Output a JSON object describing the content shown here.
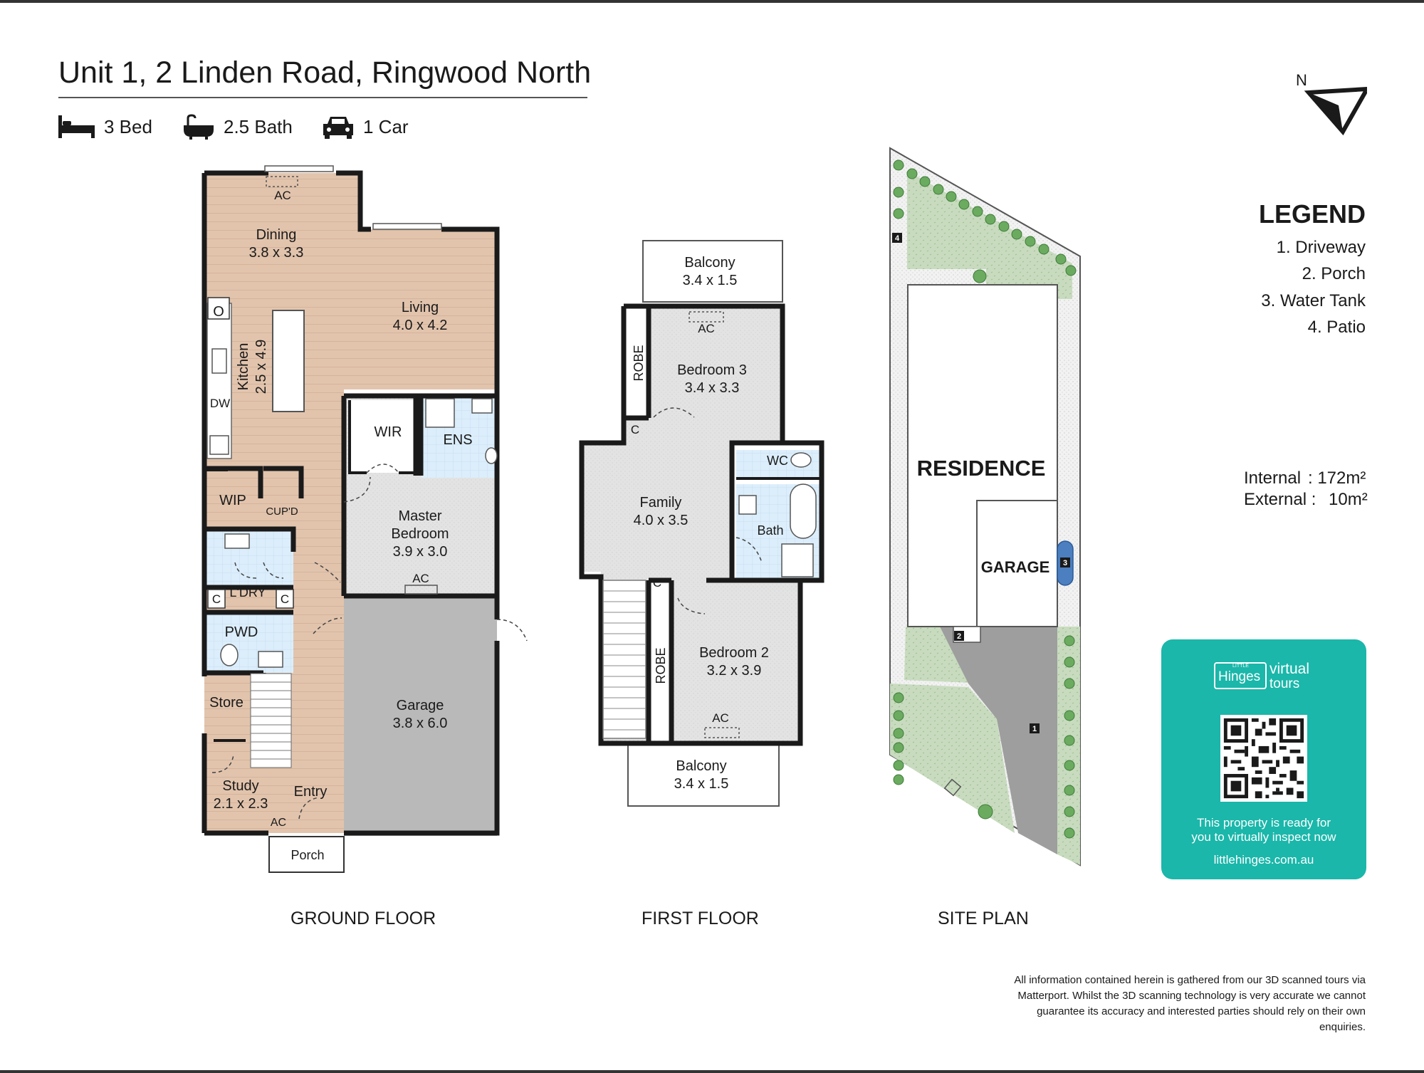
{
  "header": {
    "title": "Unit 1, 2 Linden Road, Ringwood North",
    "features": {
      "bed": "3 Bed",
      "bath": "2.5 Bath",
      "car": "1 Car"
    }
  },
  "compass": {
    "label": "N"
  },
  "legend": {
    "title": "LEGEND",
    "items": [
      "1. Driveway",
      "2. Porch",
      "3. Water Tank",
      "4. Patio"
    ]
  },
  "areas": {
    "internal_label": "Internal",
    "internal_value": ": 172m²",
    "external_label": "External :",
    "external_value": "10m²"
  },
  "ground_floor": {
    "label": "GROUND FLOOR",
    "rooms": {
      "dining": "Dining",
      "dining_size": "3.8 x 3.3",
      "living": "Living",
      "living_size": "4.0 x 4.2",
      "kitchen": "Kitchen",
      "kitchen_size": "2.5 x 4.9",
      "wir": "WIR",
      "ens": "ENS",
      "master": "Master",
      "master2": "Bedroom",
      "master_size": "3.9 x 3.0",
      "wip": "WIP",
      "cupd": "CUP'D",
      "ldry": "L'DRY",
      "pwd": "PWD",
      "store": "Store",
      "study": "Study",
      "study_size": "2.1 x 2.3",
      "entry": "Entry",
      "garage": "Garage",
      "garage_size": "3.8 x 6.0",
      "porch": "Porch"
    },
    "marks": {
      "ac": "AC",
      "o": "O",
      "dw": "DW",
      "c": "C"
    }
  },
  "first_floor": {
    "label": "FIRST FLOOR",
    "rooms": {
      "balcony_top": "Balcony",
      "balcony_top_size": "3.4 x 1.5",
      "bed3": "Bedroom 3",
      "bed3_size": "3.4 x 3.3",
      "robe": "ROBE",
      "family": "Family",
      "family_size": "4.0 x 3.5",
      "wc": "WC",
      "bath": "Bath",
      "bed2": "Bedroom 2",
      "bed2_size": "3.2 x 3.9",
      "balcony_bot": "Balcony",
      "balcony_bot_size": "3.4 x 1.5"
    },
    "marks": {
      "ac": "AC",
      "c": "C"
    }
  },
  "site_plan": {
    "label": "SITE PLAN",
    "residence": "RESIDENCE",
    "garage": "GARAGE",
    "markers": [
      "1",
      "2",
      "3",
      "4"
    ]
  },
  "virtual_tour": {
    "brand_small": "LITTLE",
    "brand": "Hinges",
    "brand_word1": "virtual",
    "brand_word2": "tours",
    "line1": "This property is ready for",
    "line2": "you to virtually inspect now",
    "url": "littlehinges.com.au"
  },
  "disclaimer": "All information contained herein is gathered from our 3D scanned tours via Matterport. Whilst the 3D scanning technology is very accurate we cannot guarantee its accuracy and interested parties should rely on their own enquiries.",
  "colors": {
    "floor_wood": "#e2c4ad",
    "floor_carpet": "#e4e4e4",
    "floor_tile": "#dceefb",
    "garage": "#b8b8b8",
    "grass": "#c9dbc0",
    "brand": "#1ab7aa"
  }
}
